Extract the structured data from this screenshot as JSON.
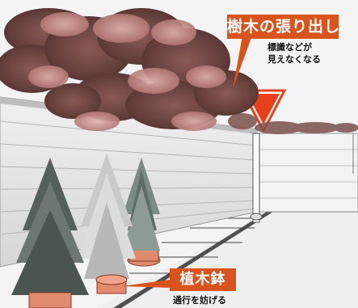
{
  "callouts": {
    "tree_overhang": {
      "label": "樹木の張り出し",
      "note_lines": [
        "標識などが",
        "見えなくなる"
      ]
    },
    "planter": {
      "label": "植木鉢",
      "note": "通行を妨げる"
    }
  },
  "colors": {
    "callout_fill": "#d9541c",
    "foliage_dark": "#6e4643",
    "foliage_light": "#c98e89",
    "wall": "#e6e6e6",
    "pot": "#e08a6e",
    "sign_red": "#e8401c"
  }
}
